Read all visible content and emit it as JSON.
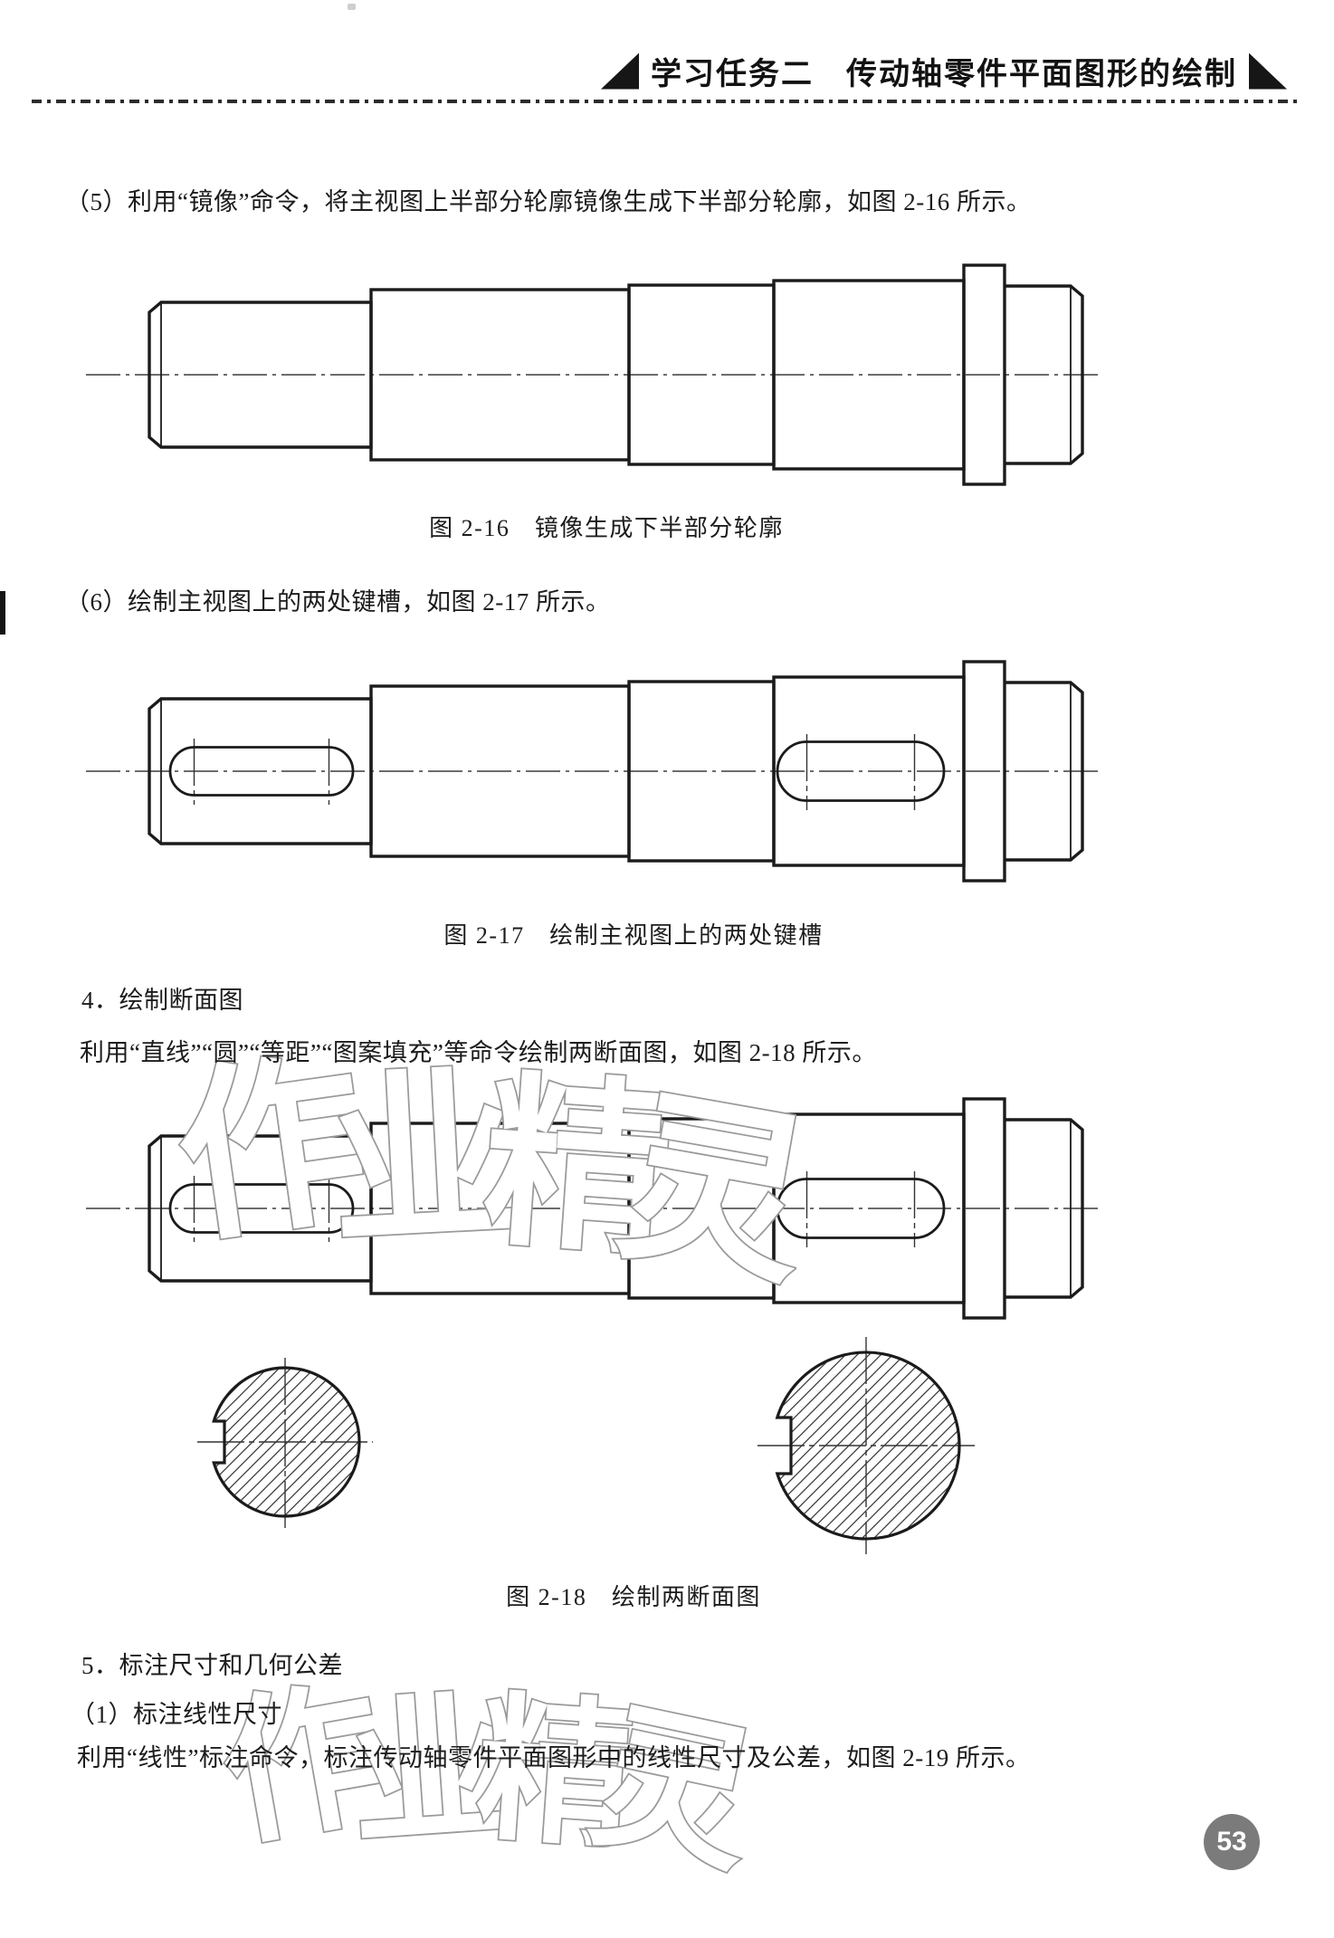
{
  "header": {
    "title": "学习任务二　传动轴零件平面图形的绘制"
  },
  "paragraphs": {
    "p5": "（5）利用“镜像”命令，将主视图上半部分轮廓镜像生成下半部分轮廓，如图 2-16 所示。",
    "p6": "（6）绘制主视图上的两处键槽，如图 2-17 所示。",
    "h4": "4．绘制断面图",
    "p4": "利用“直线”“圆”“等距”“图案填充”等命令绘制两断面图，如图 2-18 所示。",
    "h5": "5．标注尺寸和几何公差",
    "s51": "（1）标注线性尺寸",
    "p51": "利用“线性”标注命令，标注传动轴零件平面图形中的线性尺寸及公差，如图 2-19 所示。"
  },
  "figures": {
    "fig16": {
      "caption": "图 2-16　镜像生成下半部分轮廓"
    },
    "fig17": {
      "caption": "图 2-17　绘制主视图上的两处键槽"
    },
    "fig18": {
      "caption": "图 2-18　绘制两断面图"
    }
  },
  "watermark": {
    "text": "作业精灵",
    "c1": "作",
    "c2": "业",
    "c3": "精",
    "c4": "灵"
  },
  "page_number": "53",
  "colors": {
    "ink": "#1b1b1b",
    "centerline": "#3c3c3c",
    "badge_bg": "#7b7b7b",
    "badge_text": "#ffffff",
    "watermark_stroke": "#9a9a9a"
  }
}
